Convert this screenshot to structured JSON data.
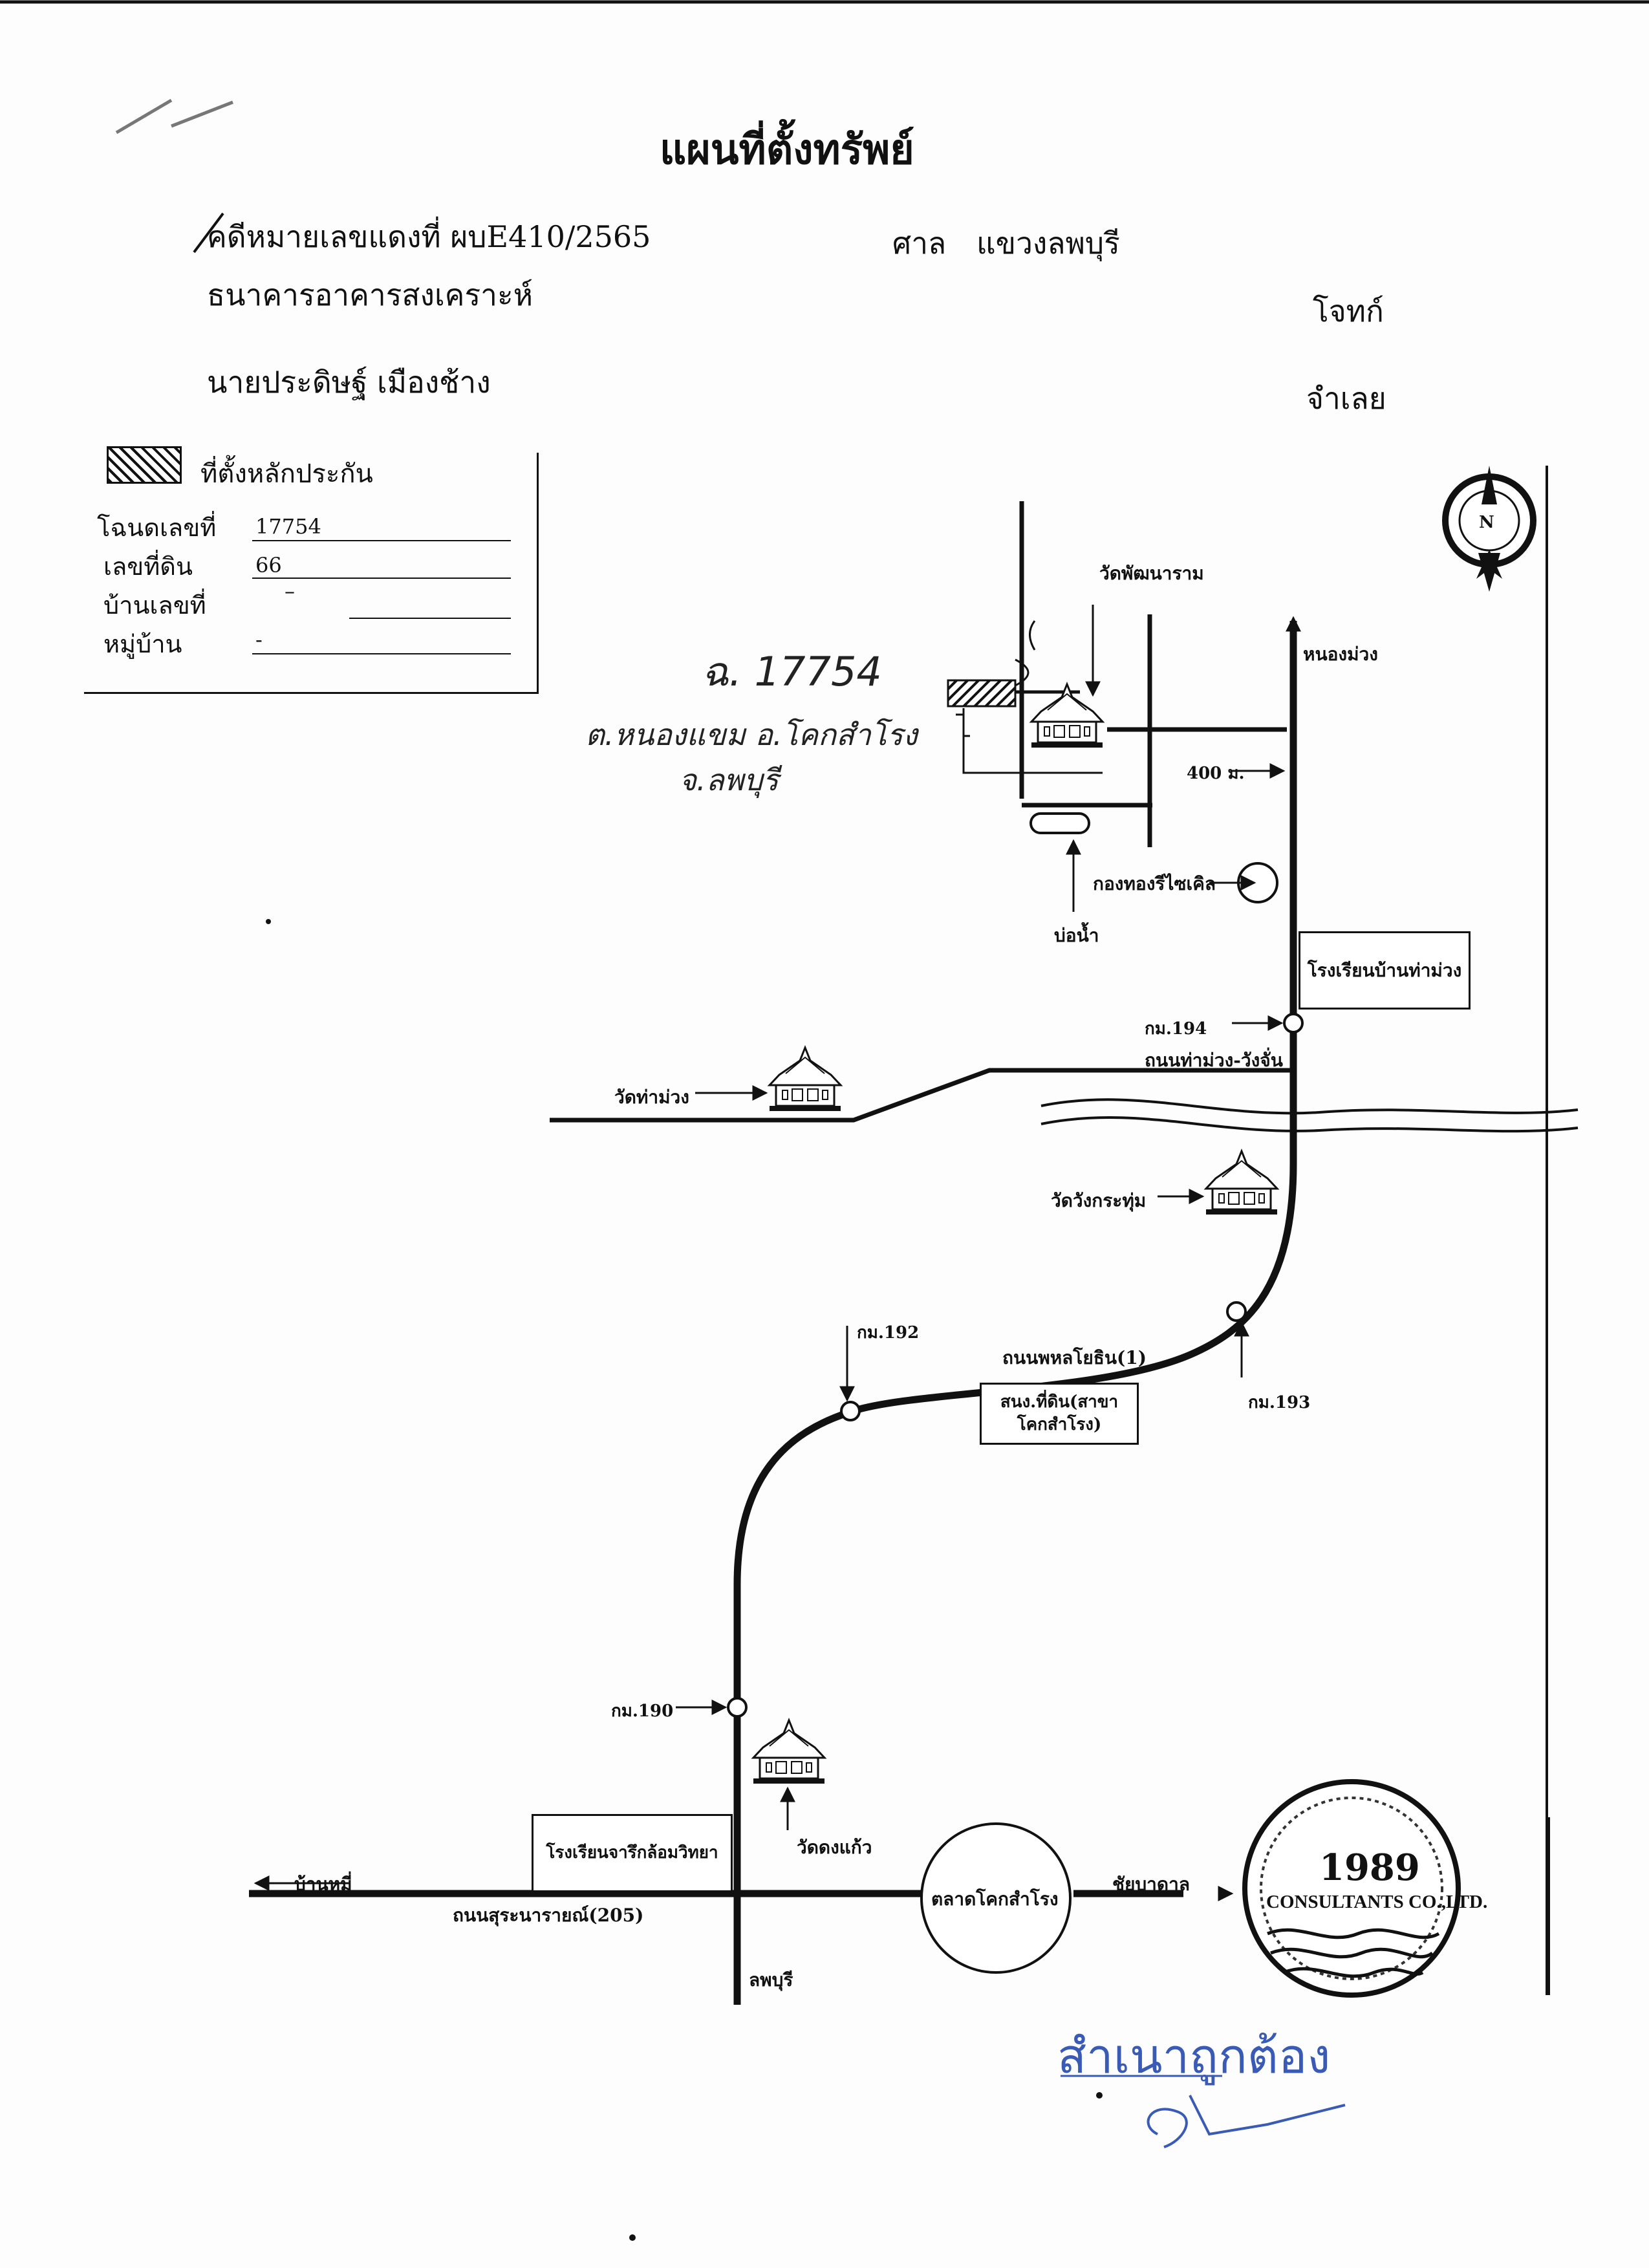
{
  "header": {
    "title": "แผนที่ตั้งทรัพย์",
    "case_label": "คดีหมายเลขแดงที่ ผบE410/2565",
    "court_label": "ศาล",
    "court_name": "แขวงลพบุรี",
    "plaintiff_name": "ธนาคารอาคารสงเคราะห์",
    "plaintiff_role": "โจทก์",
    "defendant_name": "นายประดิษฐ์ เมืองช้าง",
    "defendant_role": "จำเลย"
  },
  "legend": {
    "symbol_label": "ที่ตั้งหลักประกัน",
    "fields": [
      {
        "label": "โฉนดเลขที่",
        "value": "17754"
      },
      {
        "label": "เลขที่ดิน",
        "value": "66"
      },
      {
        "label": "บ้านเลขที่",
        "value": "–"
      },
      {
        "label": "หมู่บ้าน",
        "value": "-"
      }
    ]
  },
  "handwriting": {
    "deed": "ฉ. 17754",
    "location_line1": "ต.หนองแขม อ.โคกสำโรง",
    "location_line2": "จ.ลพบุรี"
  },
  "map_labels": {
    "north": "N",
    "wat_phatthanaram": "วัดพัฒนาราม",
    "nong_muang": "หนองม่วง",
    "distance": "400 ม.",
    "recycle_shop": "กองทองรีไซเคิล",
    "pond": "บ่อน้ำ",
    "school_tha_muang": "โรงเรียนบ้านท่าม่วง",
    "km194": "กม.194",
    "road_tha_muang": "ถนนท่าม่วง-วังจั่น",
    "wat_tha_muang": "วัดท่าม่วง",
    "wat_wang_krathum": "วัดวังกระทุ่ม",
    "km192": "กม.192",
    "road_phahon": "ถนนพหลโยธิน(1)",
    "km193": "กม.193",
    "land_office": "สนง.ที่ดิน(สาขา โคกสำโรง)",
    "km190": "กม.190",
    "school_charuek": "โรงเรียนจารึกล้อมวิทยา",
    "wat_dong_kaeo": "วัดดงแก้ว",
    "ban_mi": "บ้านหมี่",
    "market": "ตลาดโคกสำโรง",
    "chai_badan": "ชัยบาดาล",
    "road_suranarai": "ถนนสุระนารายณ์(205)",
    "lopburi": "ลพบุรี"
  },
  "stamp": {
    "year": "1989",
    "company": "CONSULTANTS CO.,LTD.",
    "certified": "สำเนาถูกต้อง"
  },
  "colors": {
    "ink": "#111111",
    "stamp_blue": "#3a5bb5"
  }
}
